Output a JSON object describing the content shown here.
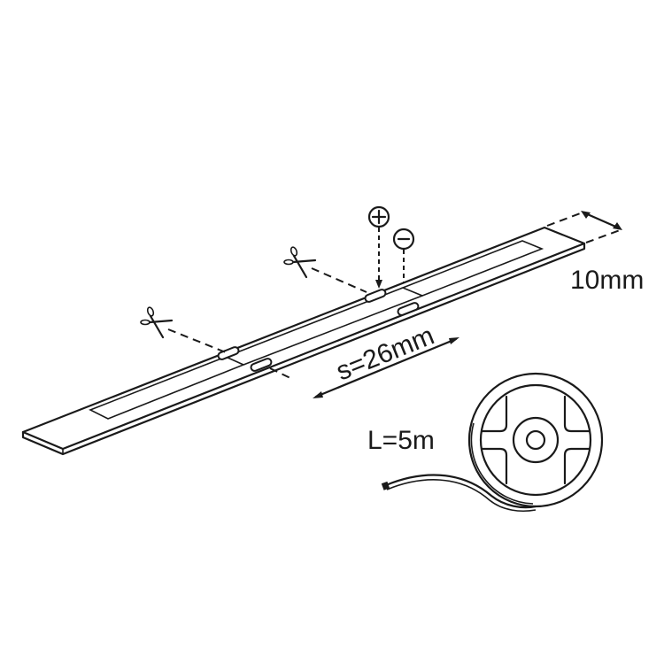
{
  "diagram": {
    "title": "LED strip dimensions diagram",
    "labels": {
      "width": "10mm",
      "segment": "s=26mm",
      "length": "L=5m"
    },
    "polarity": {
      "positive": "+",
      "negative": "−"
    },
    "icons": [
      "scissors-icon",
      "scissors-icon",
      "plus-circle-icon",
      "minus-circle-icon",
      "reel-icon"
    ],
    "colors": {
      "line": "#1a1a1a",
      "background": "#ffffff"
    }
  }
}
